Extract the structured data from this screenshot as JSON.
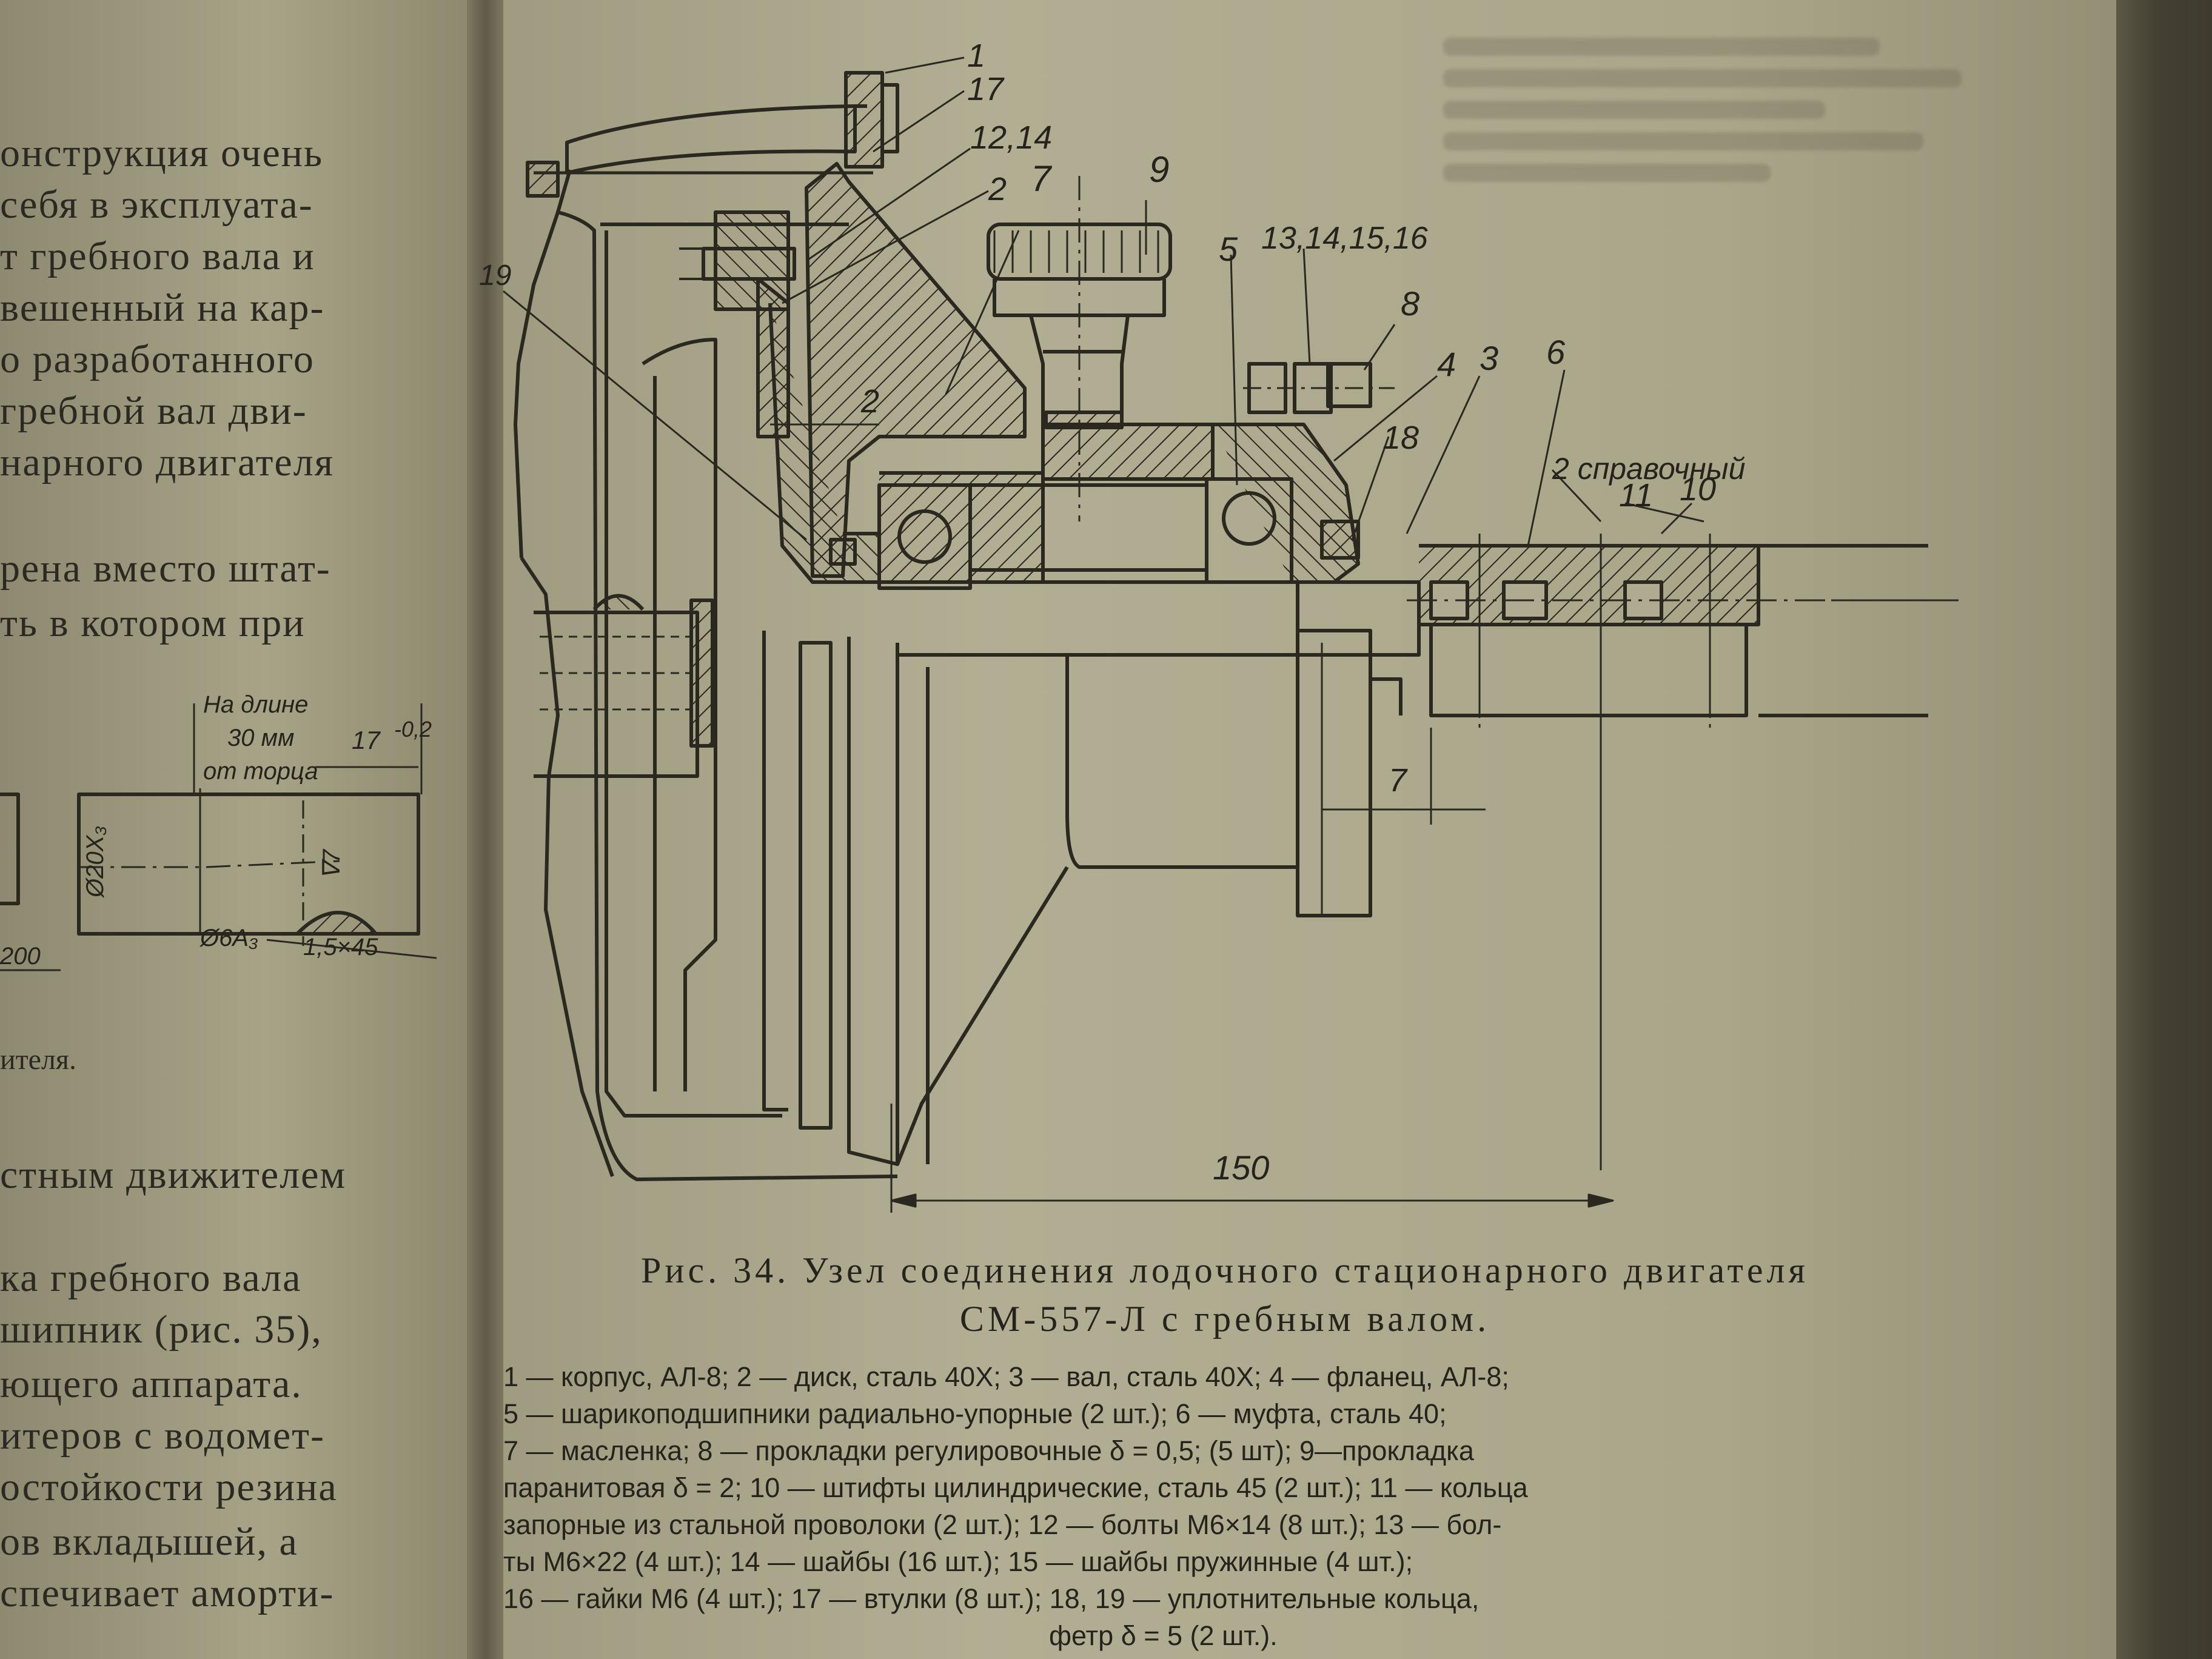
{
  "left_column": {
    "lines": [
      "онструкция  очень",
      "себя  в  эксплуата-",
      "т  гребного  вала  и",
      "вешенный на кар-",
      "о  разработанного",
      "  гребной вал дви-",
      "нарного  двигателя",
      "рена вместо штат-",
      "ть  в  котором  при"
    ],
    "figure_label": "ителя.",
    "lines_bottom": [
      "стным   движителем",
      "ка  гребного  вала",
      "шипник   (рис. 35),",
      "ющего  аппарата.",
      "итеров  с  водомет-",
      "остойкости  резина",
      "ов  вкладышей,  а",
      "спечивает  аморти-"
    ]
  },
  "shaft_detail": {
    "note_line1": "На длине",
    "note_line2": "30 мм",
    "note_line3": "от торца",
    "dim_length": "17",
    "dim_tolerance": "-0,2",
    "dim_diameter": "Ø20X₃",
    "dim_hole": "Ø6A₃",
    "dim_chamfer": "1,5×45",
    "dim_slot": "∇7",
    "dim_total": "200"
  },
  "callouts": {
    "c1": "1",
    "c17": "17",
    "c1214": "12,14",
    "c2": "2",
    "c7": "7",
    "c9": "9",
    "c5": "5",
    "c13": "13,14,15,16",
    "c8": "8",
    "c4": "4",
    "c3": "3",
    "c6": "6",
    "c18": "18",
    "c19": "19",
    "c11": "11",
    "c10": "10"
  },
  "dimensions": {
    "gap_2": "2",
    "ref_2": "2 справочный",
    "dim_7": "7",
    "dim_150": "150"
  },
  "caption": {
    "line1": "Рис. 34. Узел соединения лодочного стационарного двигателя",
    "line2": "СМ-557-Л с гребным валом."
  },
  "legend_lines": [
    "1 — корпус, АЛ-8; 2 — диск, сталь 40Х; 3 — вал, сталь 40Х; 4 — фланец, АЛ-8;",
    "5 — шарикоподшипники радиально-упорные (2 шт.); 6 — муфта, сталь 40;",
    "7 — масленка; 8 — прокладки регулировочные δ = 0,5; (5 шт); 9—прокладка",
    "паранитовая δ = 2; 10 — штифты цилиндрические, сталь 45 (2 шт.); 11 — кольца",
    "запорные из стальной проволоки (2 шт.); 12 — болты М6×14 (8 шт.); 13 — бол-",
    "ты М6×22 (4 шт.); 14 — шайбы (16 шт.); 15 — шайбы пружинные (4 шт.);",
    "16 — гайки М6 (4 шт.); 17 — втулки (8 шт.); 18, 19 — уплотнительные кольца,",
    "фетр δ = 5 (2 шт.)."
  ]
}
